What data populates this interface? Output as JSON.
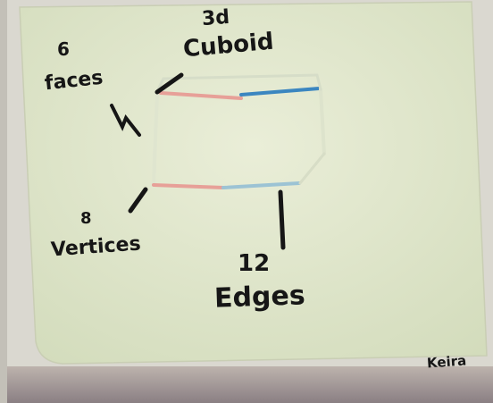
{
  "labels": {
    "cuboid_heading_line1": "3d",
    "cuboid_heading_line2": "Cuboid",
    "faces_count": "6",
    "faces_word": "faces",
    "vertices_count": "8",
    "vertices_word": "Vertices",
    "edges_count": "12",
    "edges_word": "Edges",
    "signature": "Keira"
  },
  "colors": {
    "card": "#e6ebd0",
    "background": "#dcdad3",
    "ink": "#161616",
    "edge_pink": "#e7a098",
    "edge_blue": "#3b86c0",
    "edge_light_blue": "#9cc3d4",
    "edge_grey": "#cfd6c2"
  }
}
